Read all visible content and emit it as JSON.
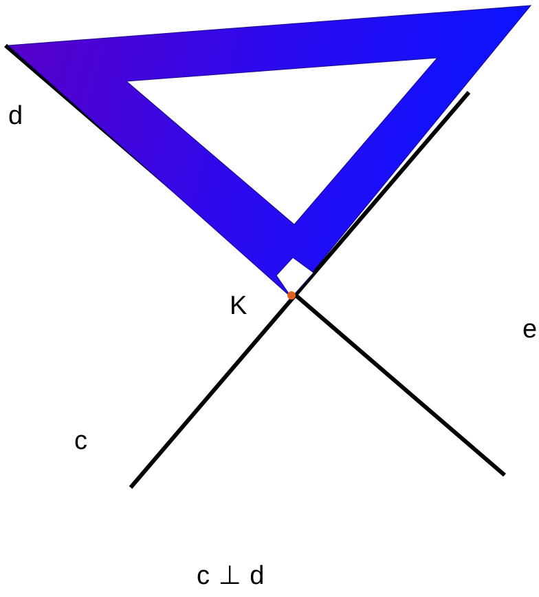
{
  "labels": {
    "d": "d",
    "k": "K",
    "e": "e",
    "c": "c"
  },
  "caption": {
    "left": "c",
    "symbol": "⊥",
    "right": "d"
  },
  "colors": {
    "set_square_dark": "#5a00c8",
    "set_square_light": "#0a14ff",
    "lines": "#000000",
    "point": "#e06020"
  },
  "icons": {
    "set_square": "triangle-ruler-icon",
    "right_angle": "right-angle-marker"
  }
}
